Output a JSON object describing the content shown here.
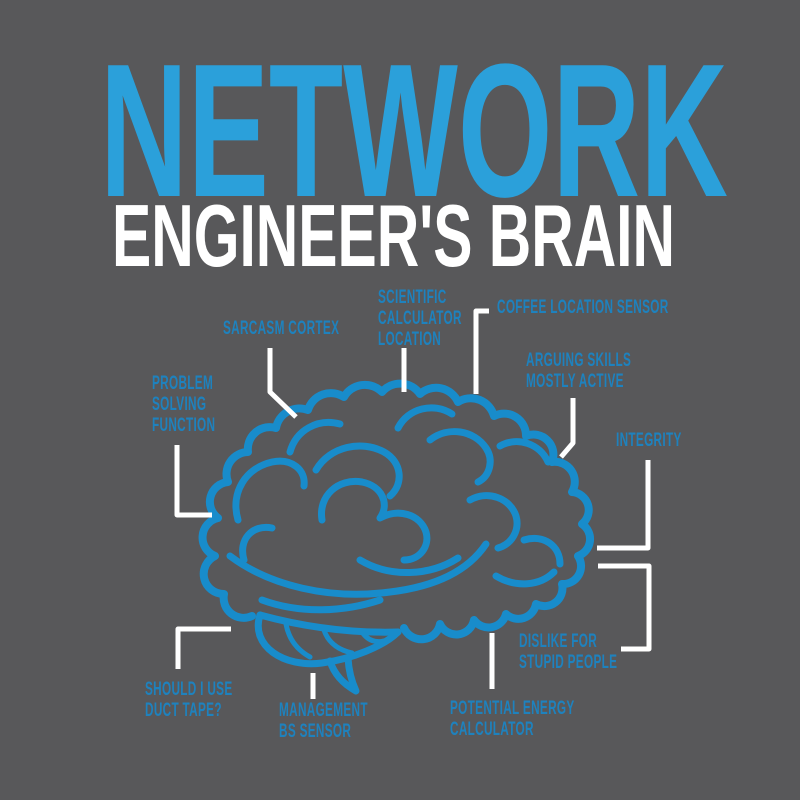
{
  "title": {
    "line1": "NETWORK",
    "line2": "ENGINEER'S BRAIN"
  },
  "annotations": {
    "problem_solving": {
      "text": "PROBLEM\nSOLVING\nFUNCTION"
    },
    "sarcasm": {
      "text": "SARCASM CORTEX"
    },
    "scientific": {
      "text": "SCIENTIFIC\nCALCULATOR\nLOCATION"
    },
    "coffee": {
      "text": "COFFEE LOCATION SENSOR"
    },
    "arguing": {
      "text": "ARGUING SKILLS\nMOSTLY ACTIVE"
    },
    "integrity": {
      "text": "INTEGRITY"
    },
    "dislike": {
      "text": "DISLIKE FOR\nSTUPID PEOPLE"
    },
    "duct_tape": {
      "text": "SHOULD I USE\nDUCT TAPE?"
    },
    "management": {
      "text": "MANAGEMENT\nBS SENSOR"
    },
    "potential_energy": {
      "text": "POTENTIAL ENERGY\nCALCULATOR"
    }
  },
  "colors": {
    "background": "#58585A",
    "title_blue": "#2BA0DA",
    "title_white": "#FFFFFF",
    "label_blue": "#1E82BE",
    "brain_blue": "#188CCB",
    "callout_white": "#FFFFFF"
  }
}
